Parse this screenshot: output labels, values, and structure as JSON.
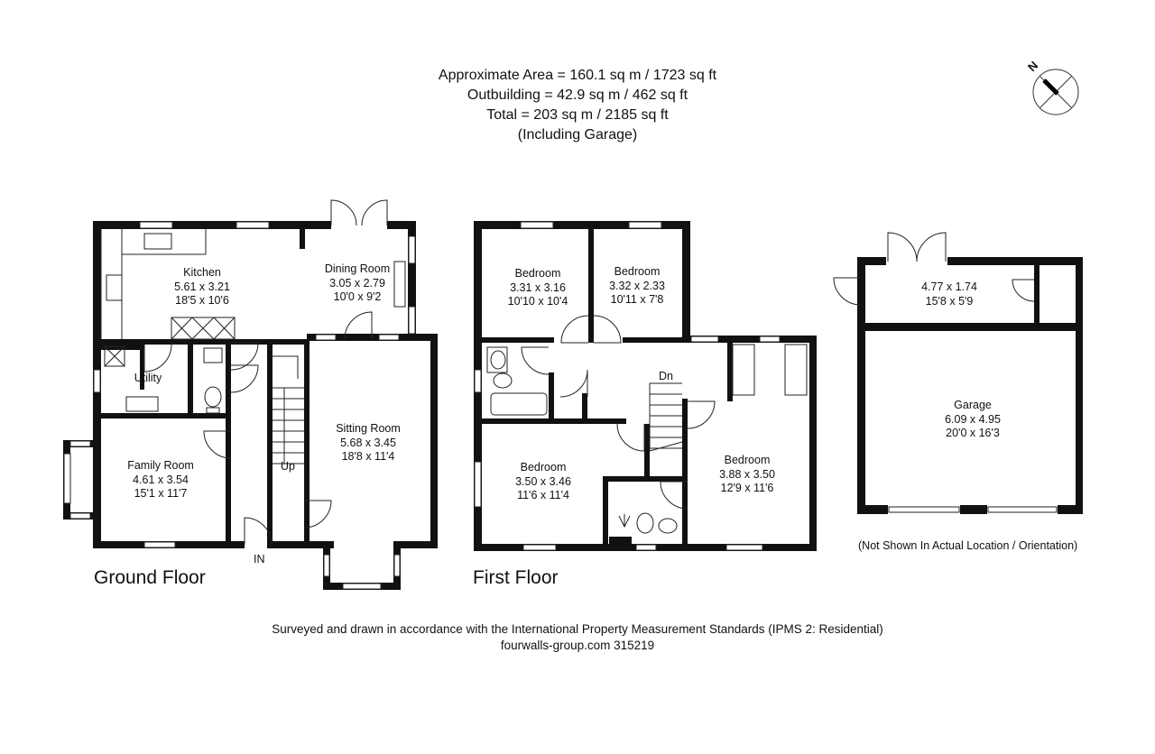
{
  "header": {
    "line1": "Approximate  Area = 160.1 sq m / 1723 sq ft",
    "line2": "Outbuilding = 42.9 sq m / 462 sq ft",
    "line3": "Total = 203 sq m / 2185 sq ft",
    "line4": "(Including Garage)"
  },
  "compass": {
    "label": "N"
  },
  "ground_floor": {
    "title": "Ground Floor",
    "entrance": "IN",
    "stairs": "Up",
    "rooms": [
      {
        "name": "Kitchen",
        "metric": "5.61 x 3.21",
        "imperial": "18'5 x 10'6"
      },
      {
        "name": "Dining Room",
        "metric": "3.05 x 2.79",
        "imperial": "10'0 x 9'2"
      },
      {
        "name": "Utility"
      },
      {
        "name": "Sitting Room",
        "metric": "5.68 x 3.45",
        "imperial": "18'8 x 11'4"
      },
      {
        "name": "Family Room",
        "metric": "4.61 x 3.54",
        "imperial": "15'1 x 11'7"
      }
    ]
  },
  "first_floor": {
    "title": "First Floor",
    "stairs": "Dn",
    "rooms": [
      {
        "name": "Bedroom",
        "metric": "3.31 x 3.16",
        "imperial": "10'10 x 10'4"
      },
      {
        "name": "Bedroom",
        "metric": "3.32 x 2.33",
        "imperial": "10'11 x 7'8"
      },
      {
        "name": "Bedroom",
        "metric": "3.50 x 3.46",
        "imperial": "11'6 x 11'4"
      },
      {
        "name": "Bedroom",
        "metric": "3.88 x 3.50",
        "imperial": "12'9 x 11'6"
      }
    ]
  },
  "outbuilding": {
    "store": {
      "metric": "4.77 x 1.74",
      "imperial": "15'8 x 5'9"
    },
    "garage": {
      "name": "Garage",
      "metric": "6.09 x 4.95",
      "imperial": "20'0 x 16'3"
    },
    "note": "(Not Shown In Actual Location / Orientation)"
  },
  "footer": {
    "line1": "Surveyed and drawn in accordance with the International Property Measurement Standards (IPMS 2: Residential)",
    "line2": "fourwalls-group.com 315219"
  }
}
